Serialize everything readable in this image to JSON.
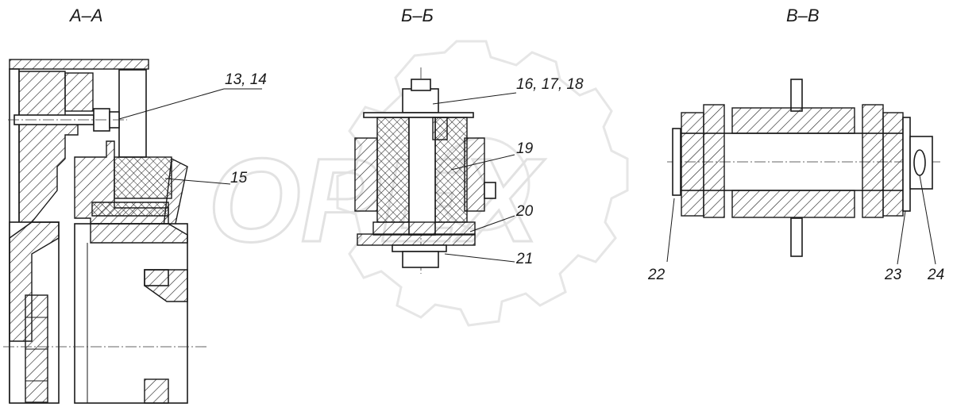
{
  "sections": {
    "a": "А–А",
    "b": "Б–Б",
    "v": "В–В"
  },
  "callouts": {
    "c13_14": "13, 14",
    "c15": "15",
    "c16_17_18": "16, 17, 18",
    "c19": "19",
    "c20": "20",
    "c21": "21",
    "c22": "22",
    "c23": "23",
    "c24": "24"
  },
  "watermark": {
    "text": "OPEX"
  }
}
